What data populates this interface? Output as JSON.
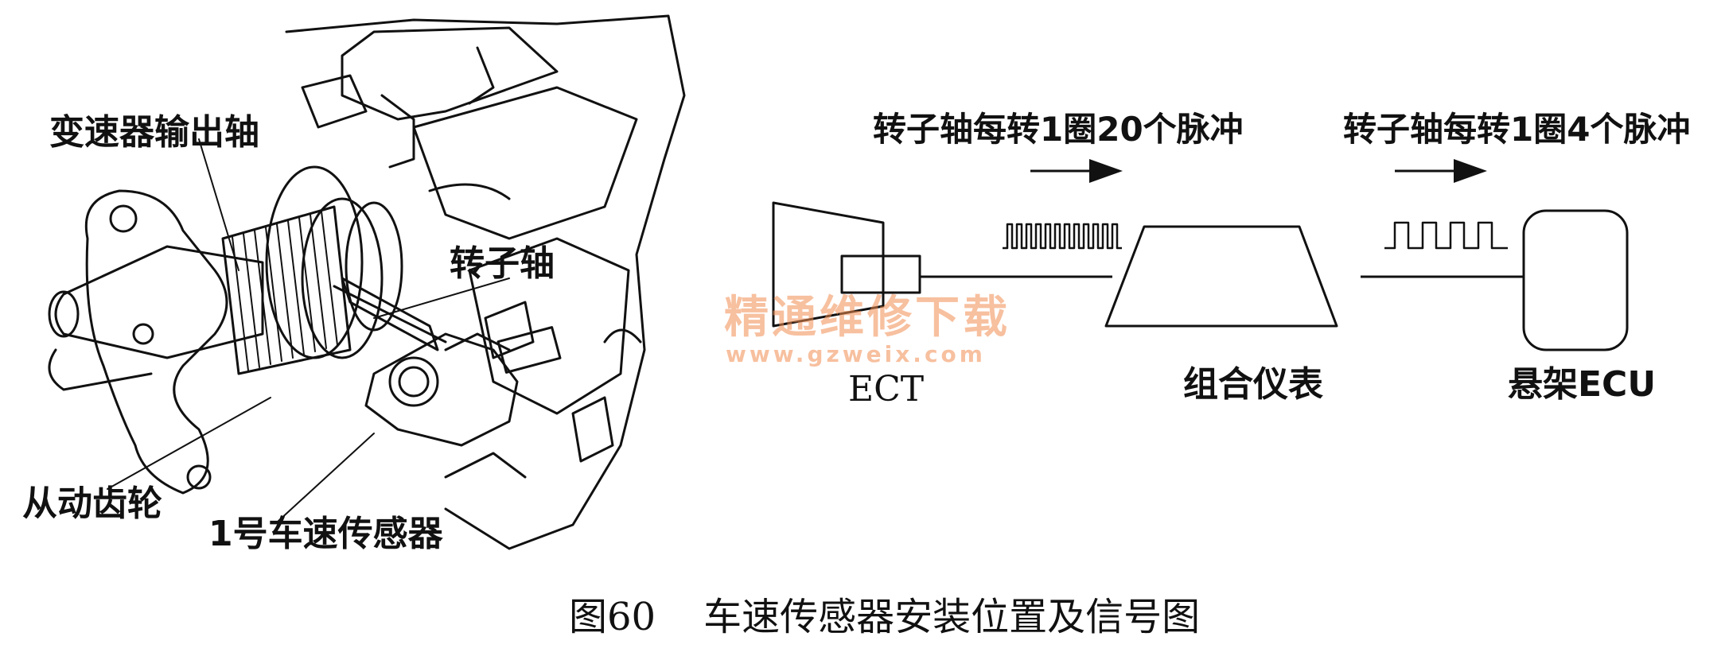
{
  "colors": {
    "ink": "#111111",
    "watermark": "#f08c50"
  },
  "mechanism": {
    "label_output_shaft": "变速器输出轴",
    "label_rotor_shaft": "转子轴",
    "label_driven_gear": "从动齿轮",
    "label_speed_sensor": "1号车速传感器"
  },
  "signal": {
    "pulses_left": "转子轴每转1圈20个脉冲",
    "pulses_right": "转子轴每转1圈4个脉冲",
    "block_ect": "ECT",
    "block_cluster": "组合仪表",
    "block_ecu": "悬架ECU"
  },
  "watermark": {
    "line1": "精通维修下载",
    "line2": "www.gzweix.com"
  },
  "caption": {
    "figure_no": "图60",
    "title": "车速传感器安装位置及信号图"
  }
}
